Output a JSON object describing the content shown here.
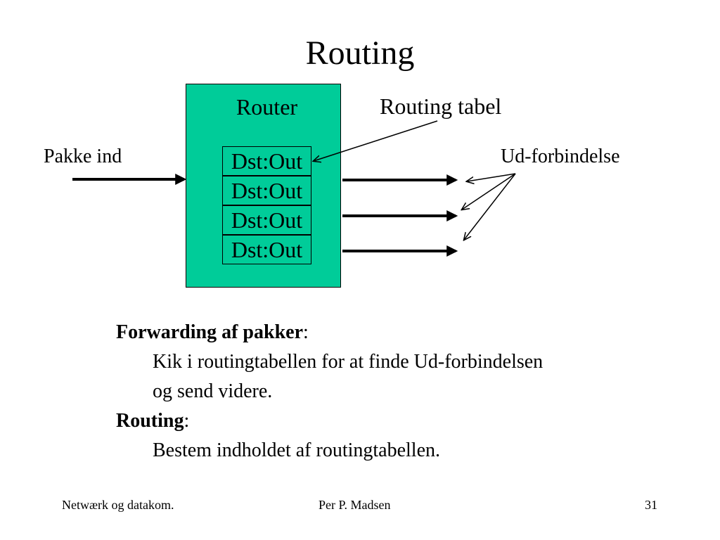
{
  "title": "Routing",
  "diagram": {
    "router_label": "Router",
    "routing_table_label": "Routing tabel",
    "table_rows": [
      "Dst:Out",
      "Dst:Out",
      "Dst:Out",
      "Dst:Out"
    ],
    "input_label": "Pakke ind",
    "output_label": "Ud-forbindelse",
    "router_color": "#00cc99"
  },
  "body": {
    "forwarding_heading": "Forwarding af pakker",
    "forwarding_colon": ":",
    "forwarding_line1": "Kik i routingtabellen for at finde Ud-forbindelsen",
    "forwarding_line2": "og send videre.",
    "routing_heading": "Routing",
    "routing_colon": ":",
    "routing_line1": "Bestem indholdet af routingtabellen."
  },
  "footer": {
    "left": "Netwærk og datakom.",
    "center": "Per P. Madsen",
    "page_number": "31"
  }
}
